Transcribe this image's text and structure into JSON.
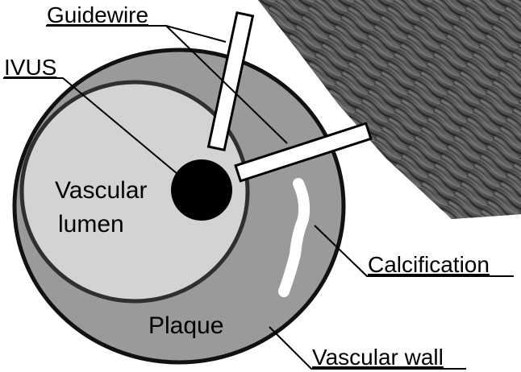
{
  "labels": {
    "guidewire": "Guidewire",
    "ivus": "IVUS",
    "lumen_line1": "Vascular",
    "lumen_line2": "lumen",
    "calcification": "Calcification",
    "plaque": "Plaque",
    "vascular_wall": "Vascular wall"
  },
  "colors": {
    "vessel_wall": "#9a9a9a",
    "outline": "#222222",
    "lumen": "#d3d3d3",
    "catheter": "#000000",
    "guidewire_fill": "#ffffff",
    "calcification": "#ffffff",
    "ultrasound_dark": "#1c1c1c",
    "ultrasound_light": "#8a8a8a"
  }
}
